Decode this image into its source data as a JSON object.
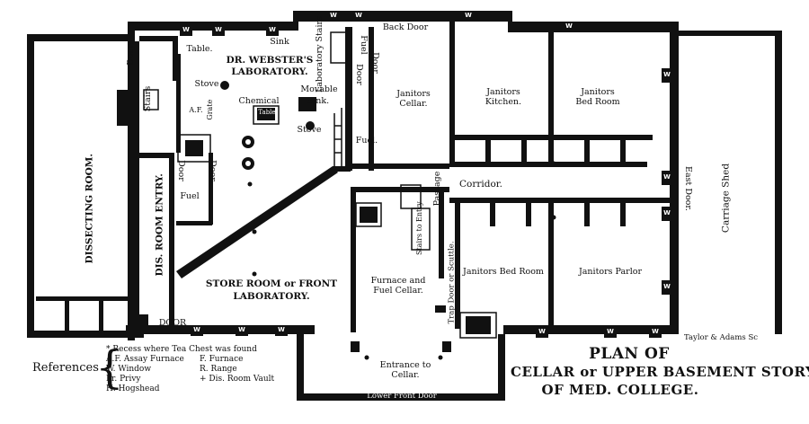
{
  "rooms": {
    "dissecting_room": "DISSECTING ROOM.",
    "dis_room_entry": "DIS. ROOM ENTRY.",
    "laboratory": [
      "DR. WEBSTER'S",
      "LABORATORY."
    ],
    "store_room": [
      "STORE ROOM or FRONT",
      "LABORATORY."
    ],
    "janitors_cellar": [
      "Janitors",
      "Cellar."
    ],
    "janitors_kitchen": [
      "Janitors",
      "Kitchen."
    ],
    "janitors_bed_room_top": [
      "Janitors",
      "Bed Room"
    ],
    "janitors_bed_room": "Janitors Bed Room",
    "janitors_parlor": "Janitors Parlor",
    "corridor": "Corridor.",
    "carriage_shed": "Carriage Shed",
    "furnace_cellar": [
      "Furnace and",
      "Fuel Cellar."
    ],
    "entrance_cellar": [
      "Entrance to",
      "Cellar."
    ]
  },
  "fixtures": {
    "table": "Table.",
    "sink_top": "Sink",
    "stove_left": "Stove",
    "chemical": "Chemical",
    "table_box": "Table",
    "movable": "Movable",
    "sink_mid": "Sink.",
    "stove_mid": "Stove",
    "stairs": "Stairs",
    "lab_stairs": "Laboratory Stairs",
    "fuel_top": "Fuel",
    "fuel_cellar": "Fuel.",
    "fuel_entry": "Fuel",
    "passage": "Passage",
    "trap_door": "Trap Door or Scuttle.",
    "entry_stairs": "Stairs to Entry",
    "af_label": "A.F.",
    "grate": "Grate"
  },
  "doors": {
    "back_door": "Back Door",
    "door": "Door",
    "door_caps": "DOOR",
    "east_door": "East Door.",
    "lower_front_door": "Lower Front Door"
  },
  "window_mark": "W",
  "references": {
    "heading": "References",
    "items": [
      "* Recess where Tea Chest was found",
      "A.F. Assay Furnace",
      "W. Window",
      "Pr. Privy",
      "H. Hogshead"
    ],
    "items2": [
      "F. Furnace",
      "R. Range",
      "+ Dis. Room Vault"
    ]
  },
  "title": {
    "line1": "PLAN OF",
    "line2": "CELLAR or UPPER BASEMENT STORY",
    "line3": "OF MED. COLLEGE."
  },
  "engraver": "Taylor & Adams Sc",
  "colors": {
    "ink": "#111111",
    "paper": "#ffffff",
    "wall": "#111111"
  }
}
